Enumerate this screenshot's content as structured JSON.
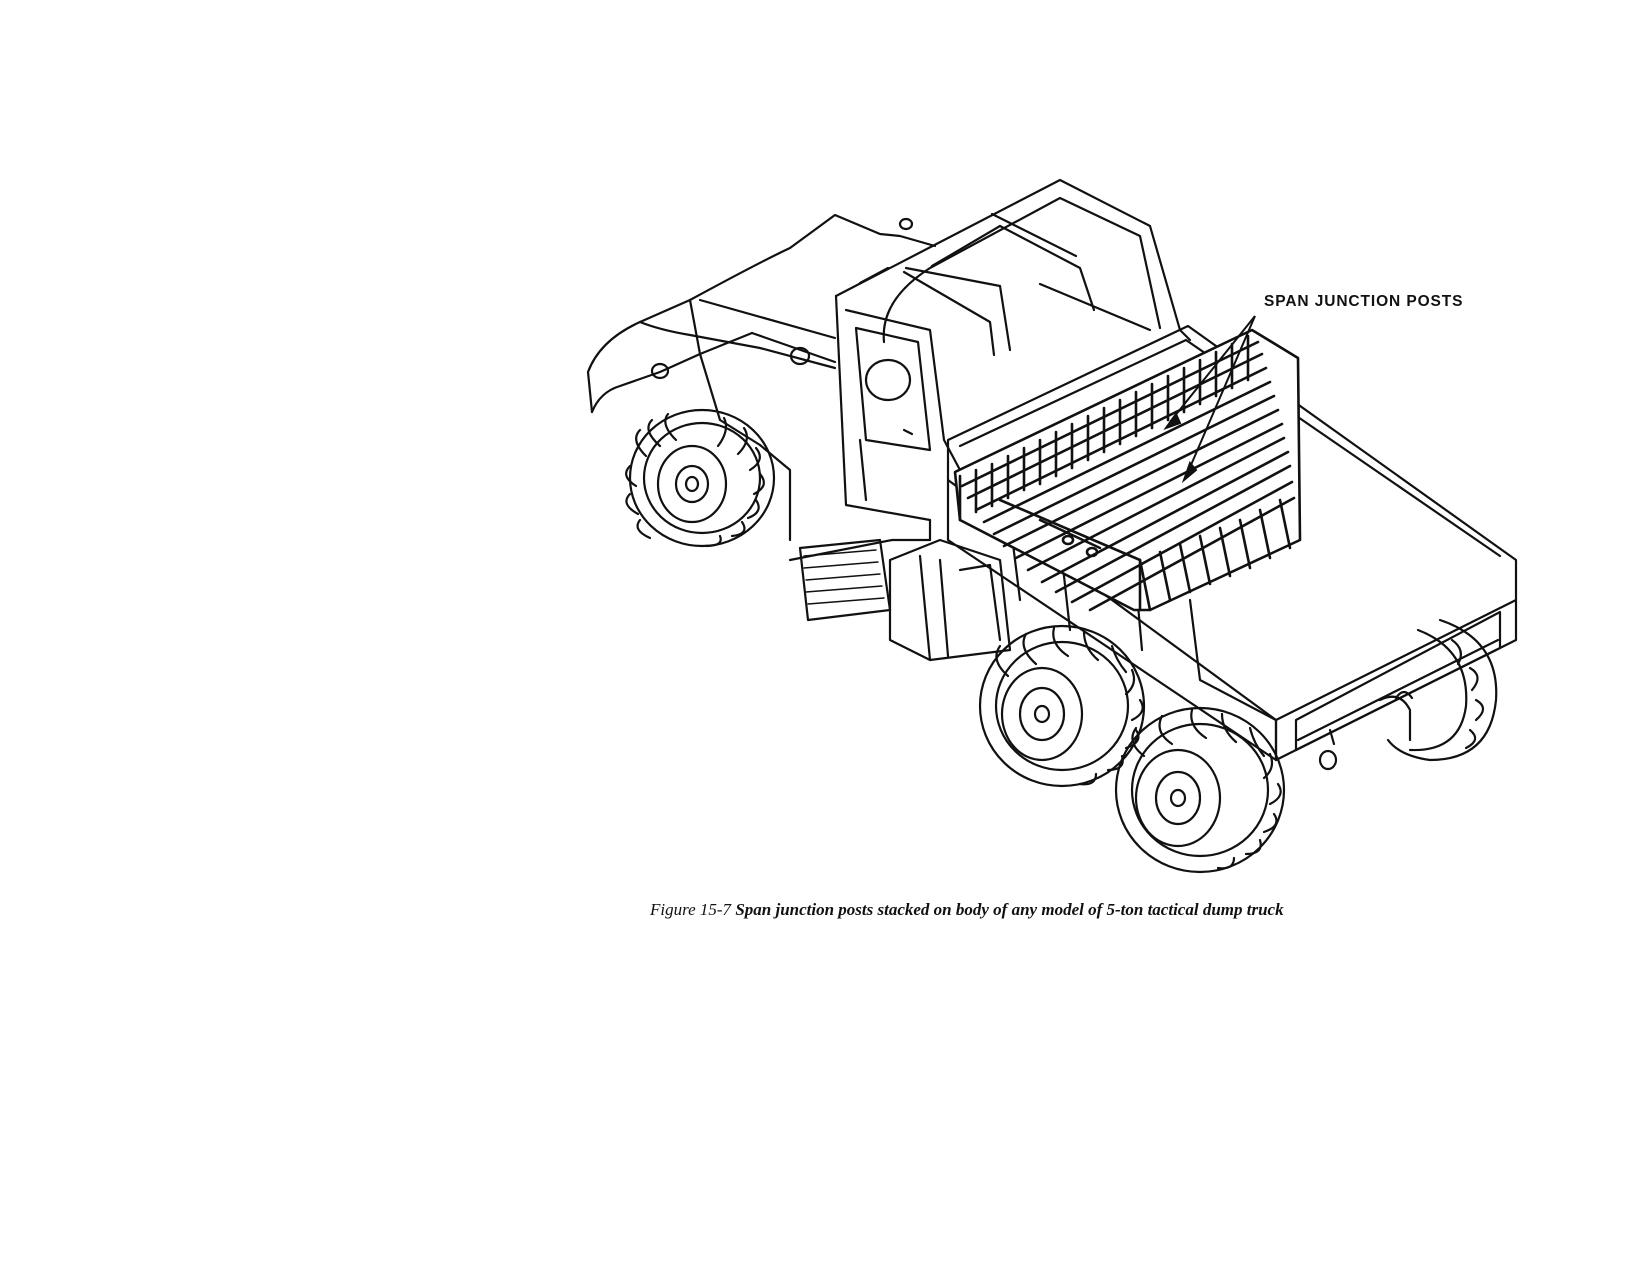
{
  "figure": {
    "callout": "SPAN JUNCTION POSTS",
    "caption_prefix": "Figure 15-7",
    "caption_text": "Span junction posts stacked on body of any model of 5-ton tactical dump truck"
  },
  "illustration": {
    "subject": "5-ton tactical dump truck with span junction posts",
    "ink_color": "#111111",
    "paper_color": "#ffffff"
  }
}
